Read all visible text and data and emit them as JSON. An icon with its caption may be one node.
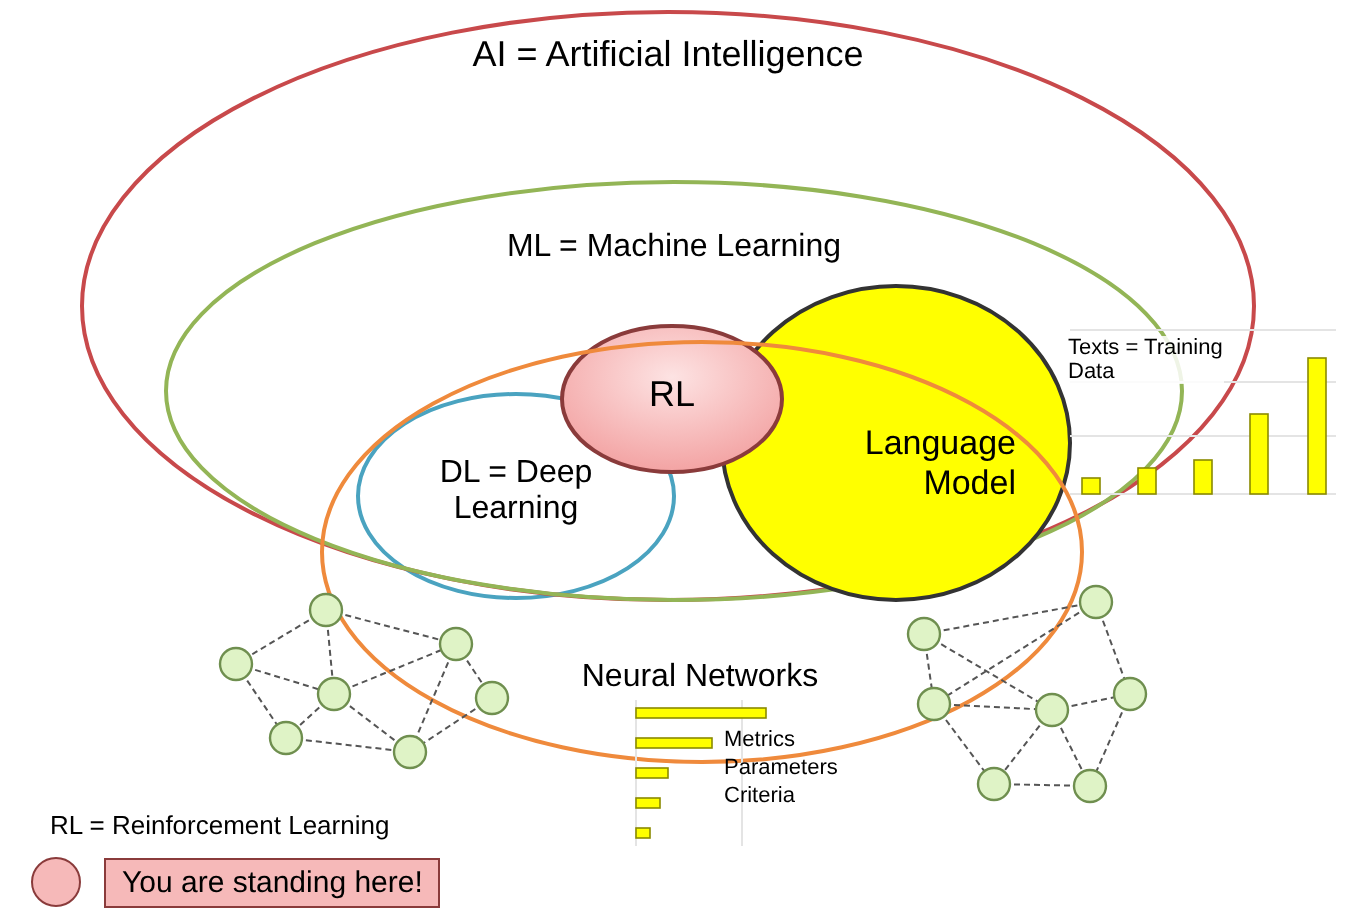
{
  "diagram": {
    "nodes": [
      {
        "text": [
          "AI = Artificial Intelligence"
        ]
      },
      {
        "text": [
          "ML = Machine Learning"
        ],
        "in": 0
      },
      {
        "text": [
          "Language Model"
        ],
        "in": 1
      },
      {
        "text": [
          "RL"
        ],
        "in": 1
      },
      {
        "text": [
          "Neural Networks"
        ]
      },
      {
        "text": [
          "DL = Deep Learning"
        ]
      }
    ],
    "labels": [
      "Texts = Training Data",
      "Metrics",
      "Parameters",
      "Criteria",
      "RL = Reinforcement Learning"
    ],
    "legend": [
      {
        "text": "You are standing here!",
        "color": "#f6b9b9"
      }
    ]
  }
}
